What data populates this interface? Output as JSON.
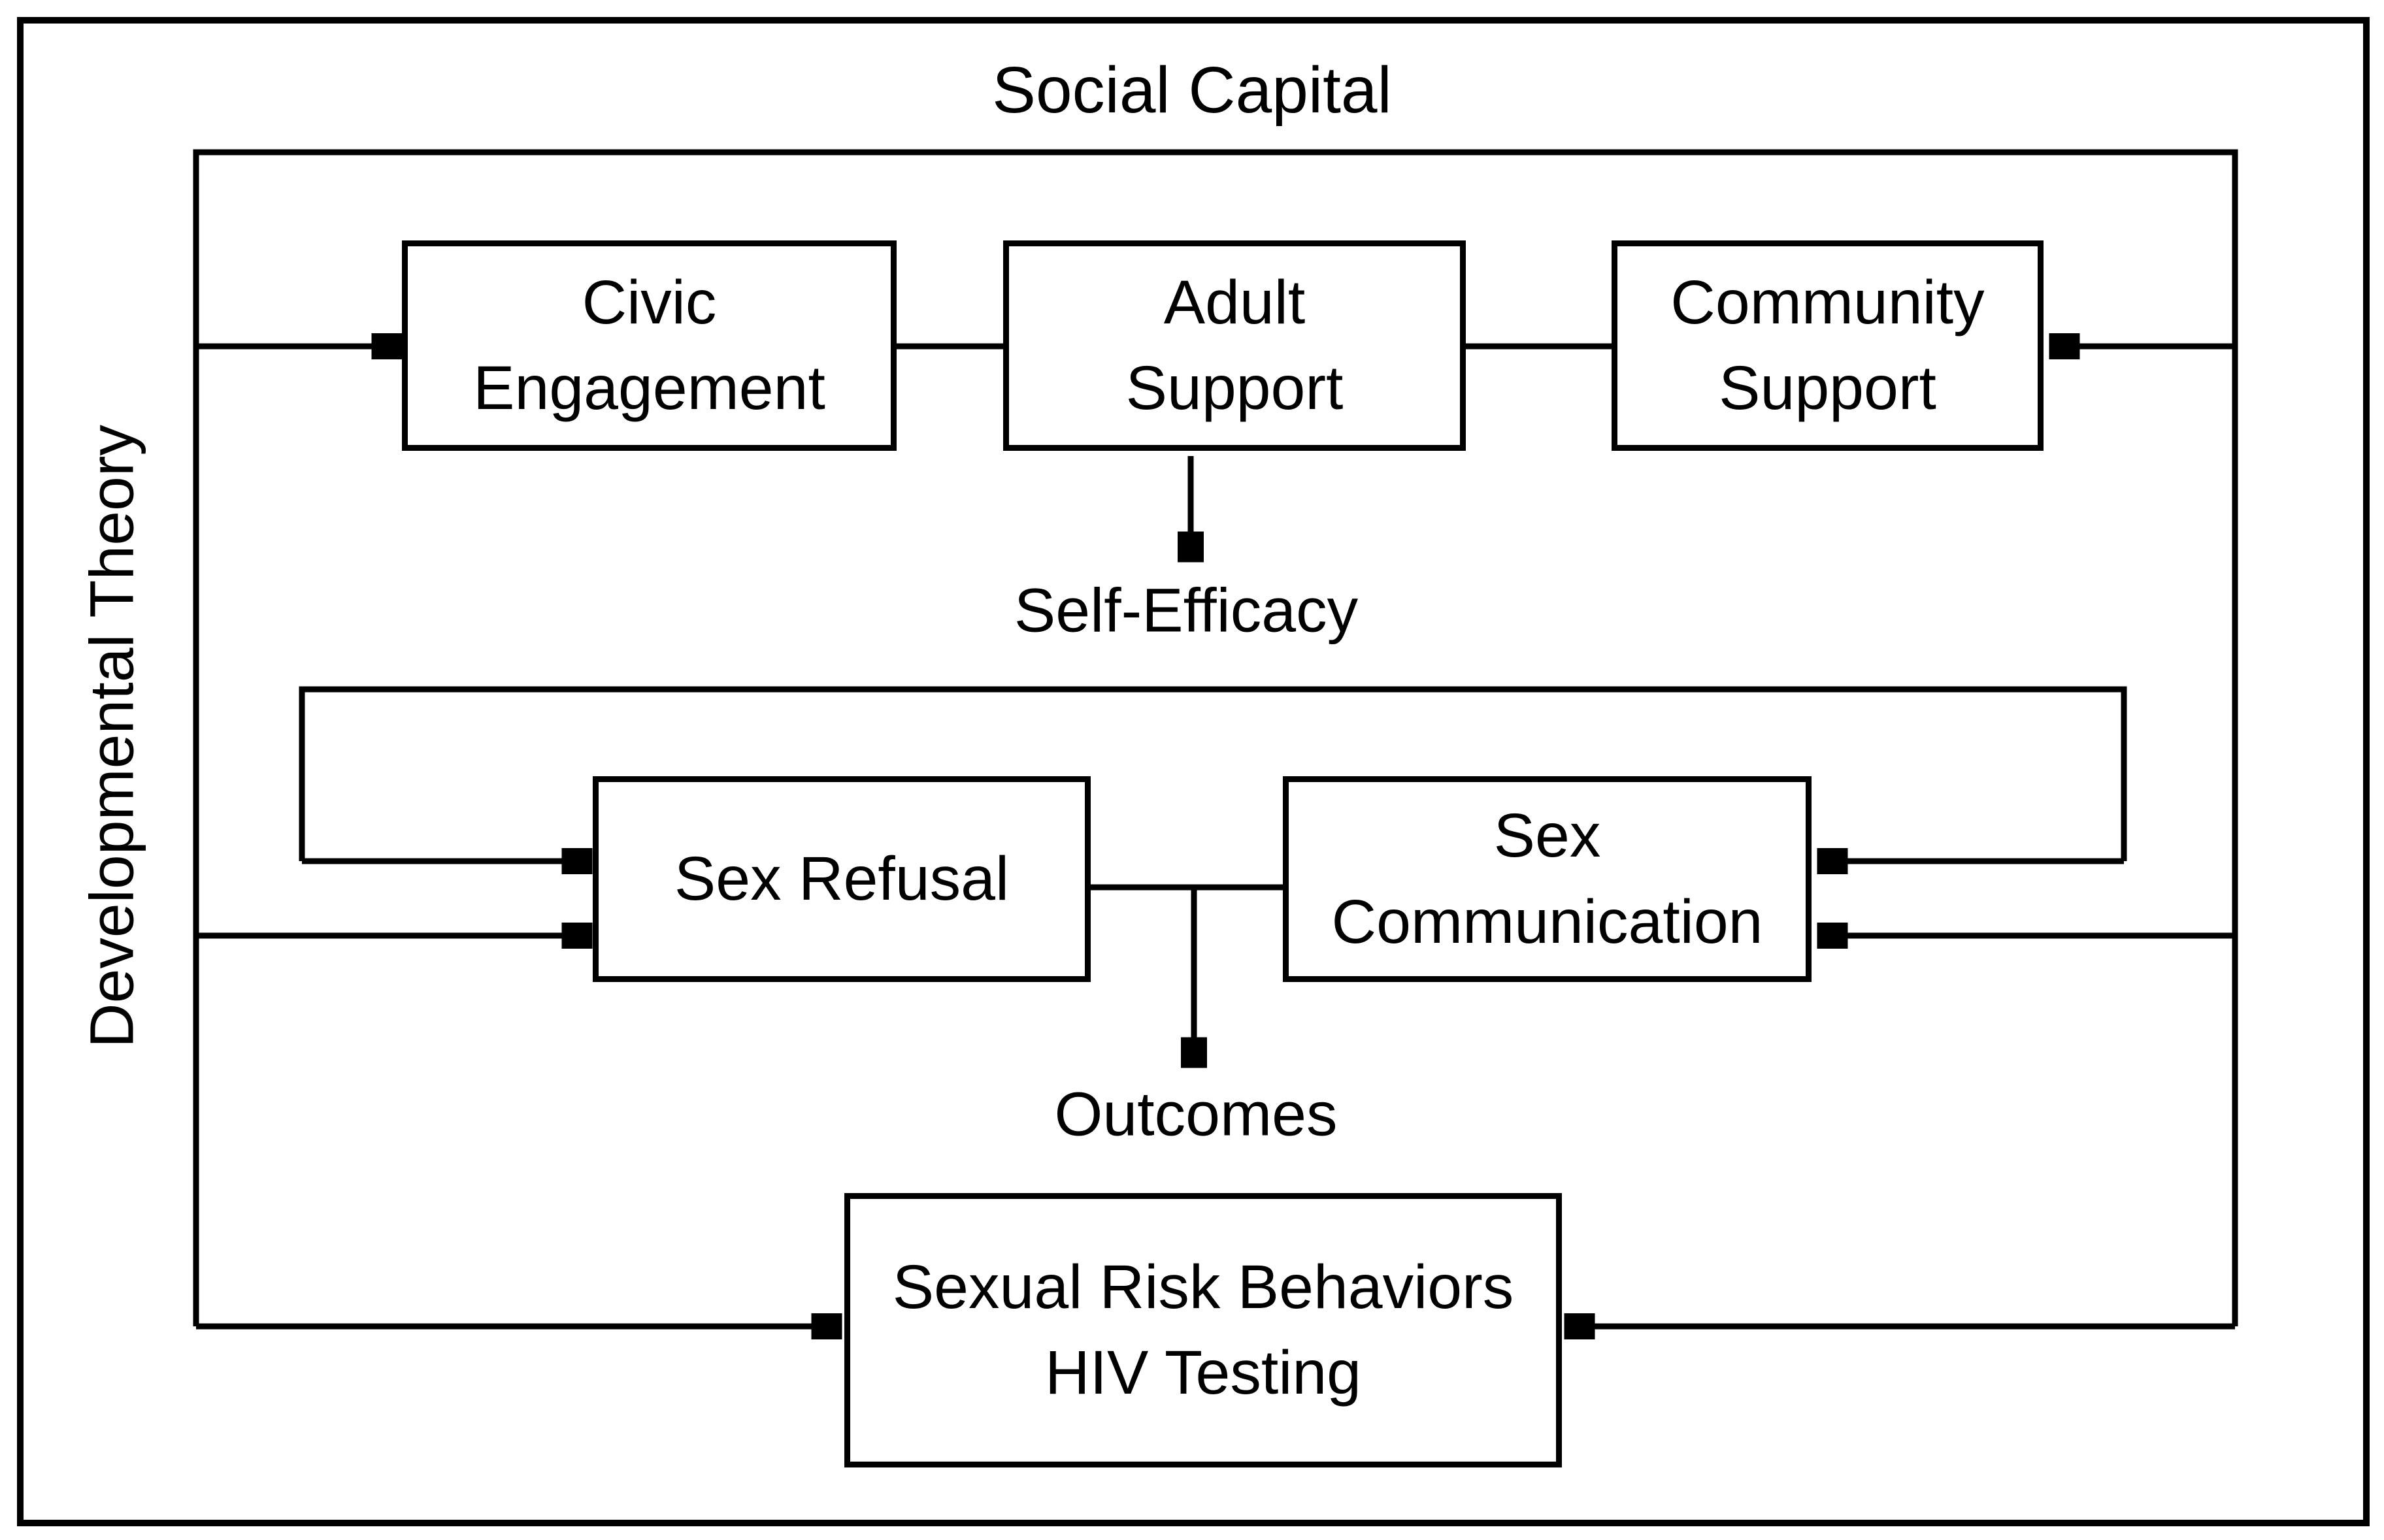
{
  "page": {
    "background": "#ffffff",
    "line_color": "#000000"
  },
  "outer_frame": {
    "label": "Social Capital"
  },
  "left_axis": {
    "label": "Developmental Theory"
  },
  "boxes": {
    "civic": {
      "lines": [
        "Civic",
        "Engagement"
      ]
    },
    "adult": {
      "lines": [
        "Adult",
        "Support"
      ]
    },
    "community": {
      "lines": [
        "Community",
        "Support"
      ]
    },
    "sex_refusal": {
      "lines": [
        "Sex Refusal"
      ]
    },
    "sex_communication": {
      "lines": [
        "Sex",
        "Communication"
      ]
    },
    "outcomes_box": {
      "lines": [
        "Sexual Risk Behaviors",
        "HIV Testing"
      ]
    }
  },
  "floating_labels": {
    "self_efficacy": "Self-Efficacy",
    "outcomes": "Outcomes"
  }
}
